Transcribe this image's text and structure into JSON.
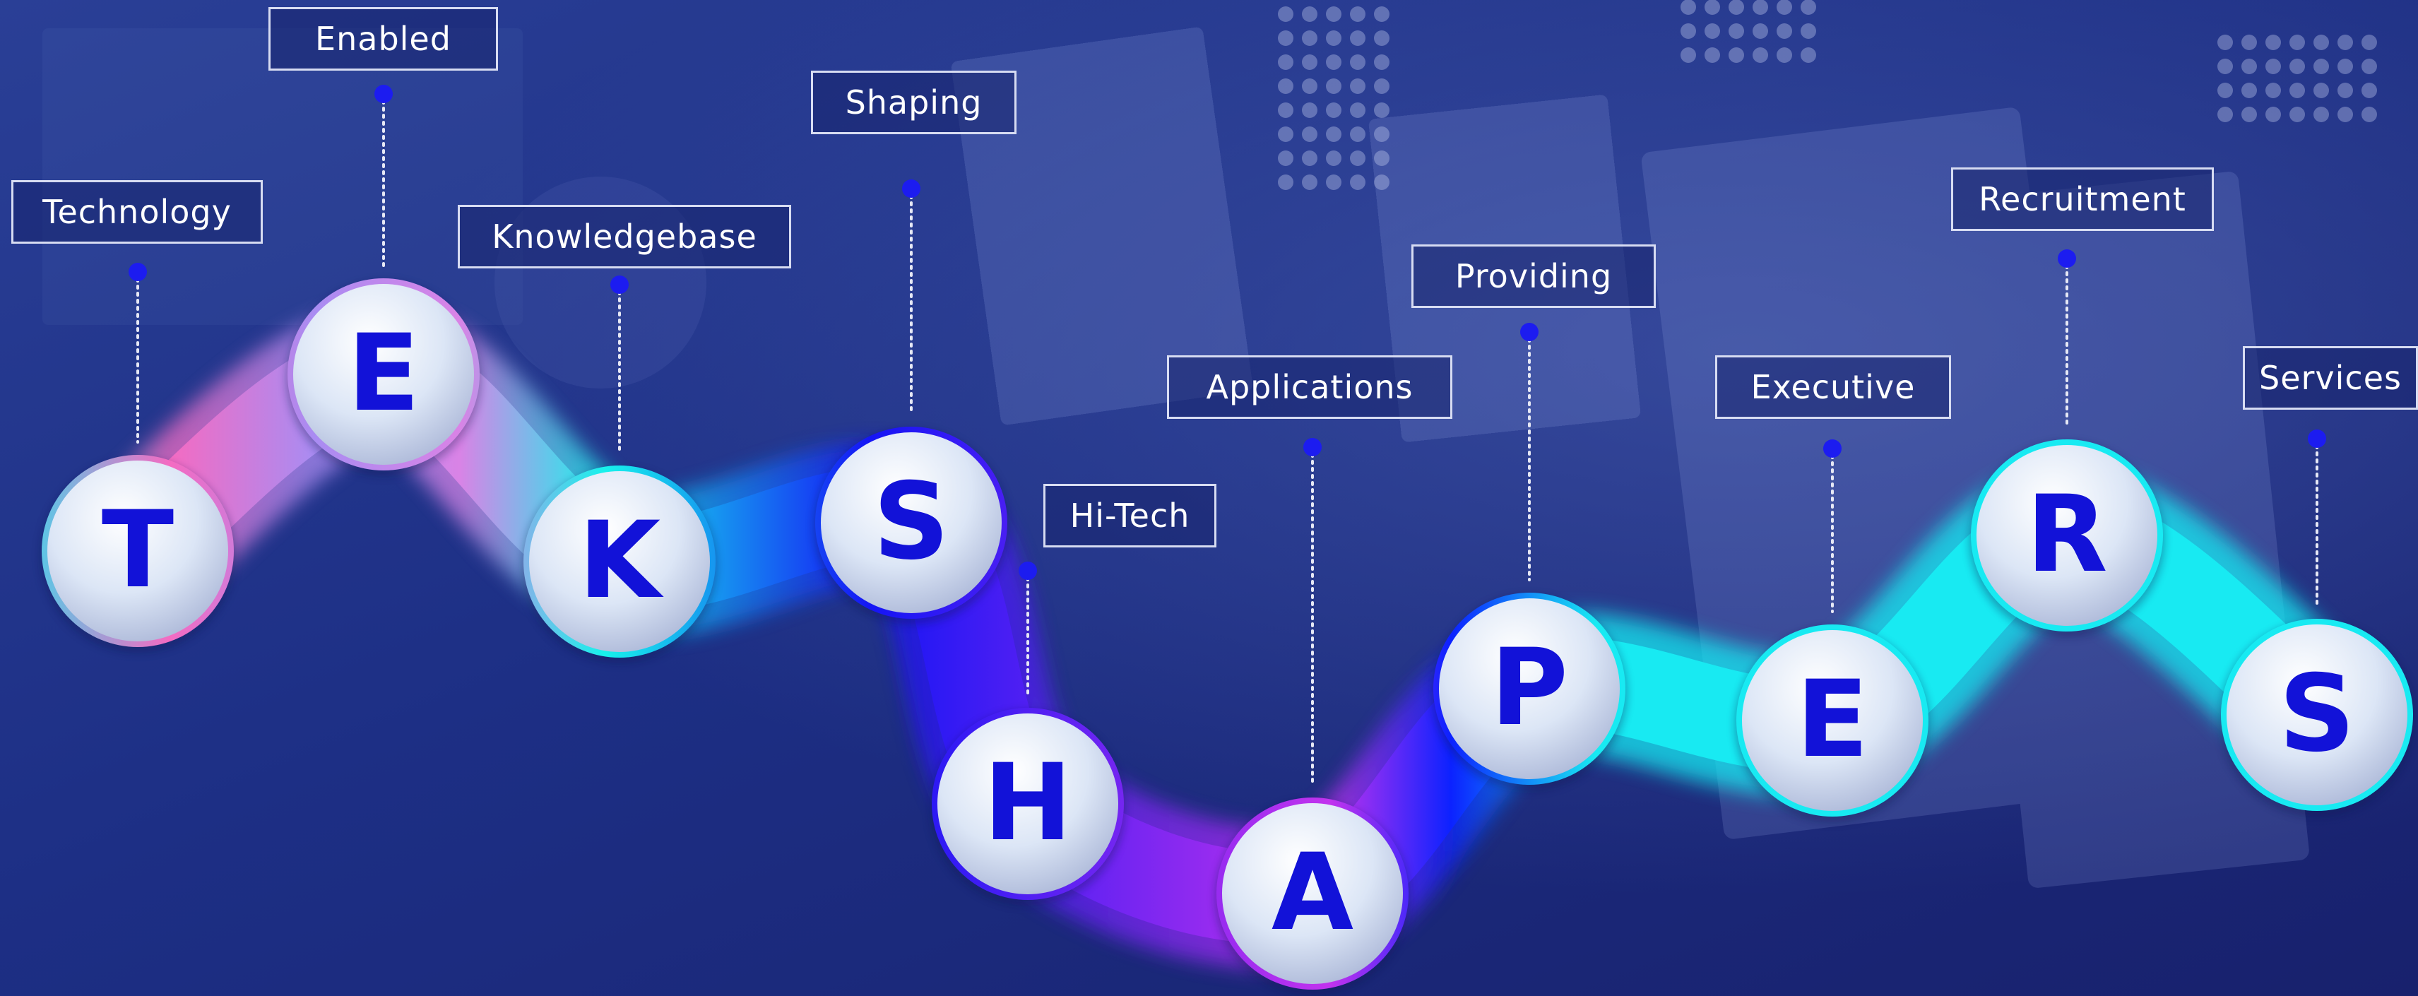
{
  "colors": {
    "background": "#1b2a78",
    "letter": "#1212d8",
    "dot": "#1c1cf0",
    "connector": "#e6e8f5",
    "label_border": "#d7dcf2",
    "label_text": "#ffffff",
    "band_gradient": [
      "#2de3f0",
      "#f46bc2",
      "#a98cf2",
      "#17f2ec",
      "#1515f5",
      "#c233ee",
      "#0c22ff",
      "#18eaf2"
    ]
  },
  "nodes": [
    {
      "letter": "T",
      "label": "Technology"
    },
    {
      "letter": "E",
      "label": "Enabled"
    },
    {
      "letter": "K",
      "label": "Knowledgebase"
    },
    {
      "letter": "S",
      "label": "Shaping"
    },
    {
      "letter": "H",
      "label": "Hi-Tech"
    },
    {
      "letter": "A",
      "label": "Applications"
    },
    {
      "letter": "P",
      "label": "Providing"
    },
    {
      "letter": "E",
      "label": "Executive"
    },
    {
      "letter": "R",
      "label": "Recruitment"
    },
    {
      "letter": "S",
      "label": "Services"
    }
  ]
}
